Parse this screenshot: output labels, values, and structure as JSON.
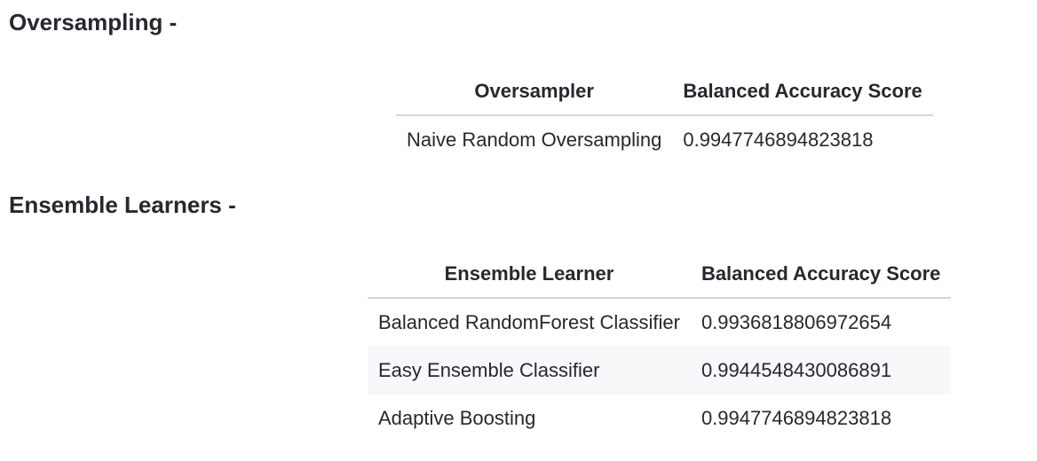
{
  "sections": [
    {
      "heading": "Oversampling -",
      "table": {
        "headers": [
          "Oversampler",
          "Balanced Accuracy Score"
        ],
        "rows": [
          [
            "Naive Random Oversampling",
            "0.9947746894823818"
          ]
        ]
      }
    },
    {
      "heading": "Ensemble Learners -",
      "table": {
        "headers": [
          "Ensemble Learner",
          "Balanced Accuracy Score"
        ],
        "rows": [
          [
            "Balanced RandomForest Classifier",
            "0.9936818806972654"
          ],
          [
            "Easy Ensemble Classifier",
            "0.9944548430086891"
          ],
          [
            "Adaptive Boosting",
            "0.9947746894823818"
          ]
        ]
      }
    }
  ],
  "colors": {
    "text": "#24292f",
    "border": "#d0d7de",
    "alt_row_background": "#f6f8fa"
  }
}
